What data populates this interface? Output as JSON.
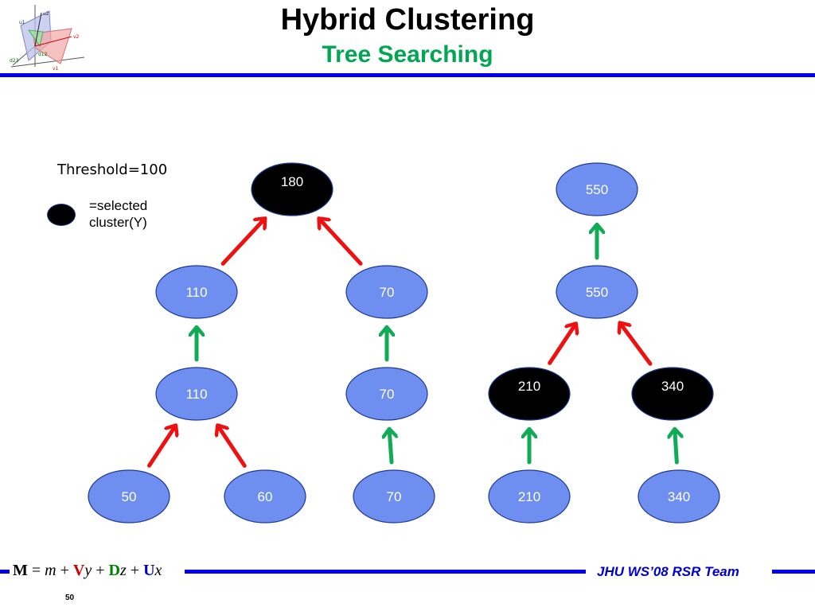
{
  "title": "Hybrid Clustering",
  "subtitle": "Tree Searching",
  "threshold_label": "Threshold=100",
  "legend": {
    "line1": "=selected",
    "line2": "cluster(Y)"
  },
  "thumbnail": {
    "labels": [
      "u2",
      "u1",
      "v2",
      "d12",
      "d23",
      "v1"
    ]
  },
  "footer": {
    "formula": {
      "M": "M",
      "eq": " = ",
      "m": "m",
      "plus": " + ",
      "V": "V",
      "y": "y",
      "D": "D",
      "z": "z",
      "U": "U",
      "x": "x"
    },
    "team": "JHU WS’08 RSR Team",
    "page": "50"
  },
  "colors": {
    "node_blue": "#6f8ff0",
    "node_selected": "#000000",
    "arrow_red": "#ee1111",
    "arrow_green": "#11aa55",
    "rule_blue": "#0000ee"
  },
  "tree": {
    "nodes": [
      {
        "id": "n180",
        "label": "180",
        "selected": true
      },
      {
        "id": "n110a",
        "label": "110",
        "selected": false
      },
      {
        "id": "n70a",
        "label": "70",
        "selected": false
      },
      {
        "id": "n110b",
        "label": "110",
        "selected": false
      },
      {
        "id": "n70b",
        "label": "70",
        "selected": false
      },
      {
        "id": "n50",
        "label": "50",
        "selected": false
      },
      {
        "id": "n60",
        "label": "60",
        "selected": false
      },
      {
        "id": "n70c",
        "label": "70",
        "selected": false
      },
      {
        "id": "n550a",
        "label": "550",
        "selected": false
      },
      {
        "id": "n550b",
        "label": "550",
        "selected": false
      },
      {
        "id": "n210a",
        "label": "210",
        "selected": true
      },
      {
        "id": "n340a",
        "label": "340",
        "selected": true
      },
      {
        "id": "n210b",
        "label": "210",
        "selected": false
      },
      {
        "id": "n340b",
        "label": "340",
        "selected": false
      }
    ],
    "edges": [
      {
        "from": "n110a",
        "to": "n180",
        "color": "red"
      },
      {
        "from": "n70a",
        "to": "n180",
        "color": "red"
      },
      {
        "from": "n110b",
        "to": "n110a",
        "color": "green"
      },
      {
        "from": "n70b",
        "to": "n70a",
        "color": "green"
      },
      {
        "from": "n50",
        "to": "n110b",
        "color": "red"
      },
      {
        "from": "n60",
        "to": "n110b",
        "color": "red"
      },
      {
        "from": "n70c",
        "to": "n70b",
        "color": "green"
      },
      {
        "from": "n550b",
        "to": "n550a",
        "color": "green"
      },
      {
        "from": "n210a",
        "to": "n550b",
        "color": "red"
      },
      {
        "from": "n340a",
        "to": "n550b",
        "color": "red"
      },
      {
        "from": "n210b",
        "to": "n210a",
        "color": "green"
      },
      {
        "from": "n340b",
        "to": "n340a",
        "color": "green"
      }
    ]
  }
}
